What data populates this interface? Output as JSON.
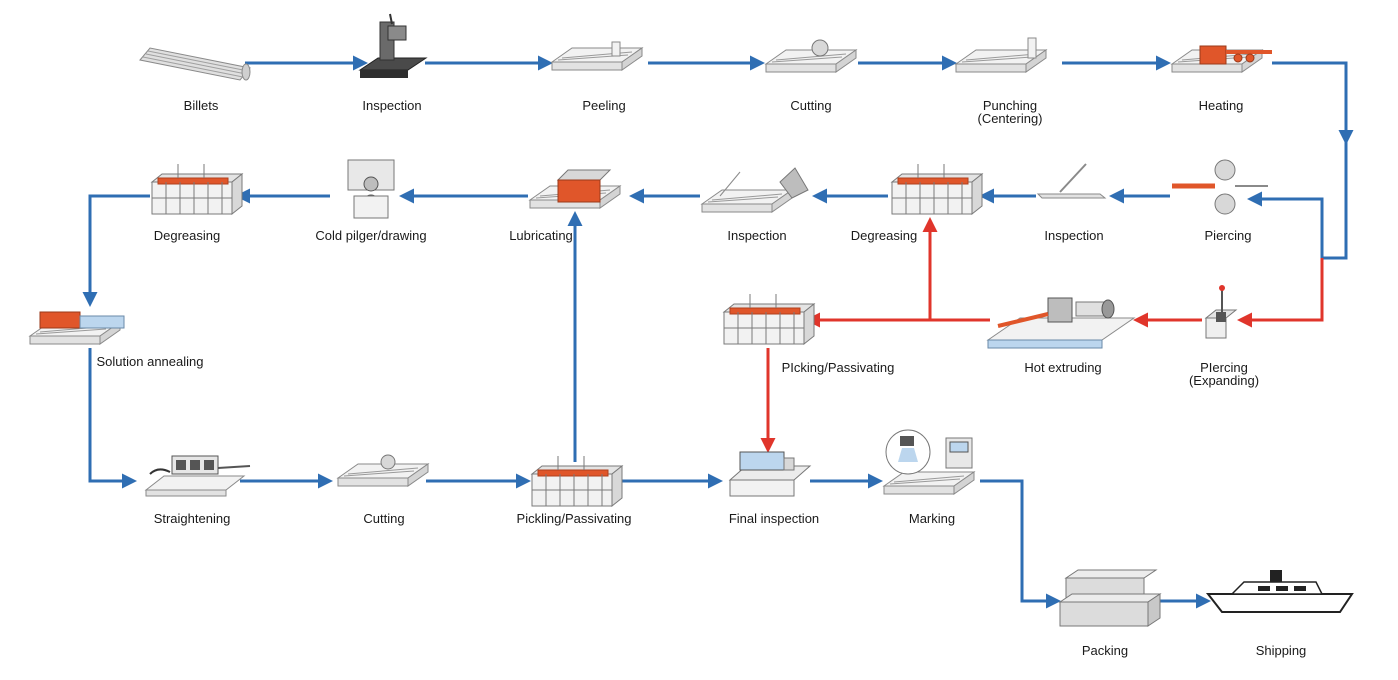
{
  "colors": {
    "cold_route": "#2f6eb3",
    "hot_route": "#e0352b",
    "machine_fill": "#f2f2f2",
    "machine_line": "#8a8a8a",
    "heat": "#e0562a"
  },
  "steps": {
    "billets": "Billets",
    "inspection_1": "Inspection",
    "peeling": "Peeling",
    "cutting_1": "Cutting",
    "punching": "Punching",
    "punching_sub": "(Centering)",
    "heating": "Heating",
    "piercing": "Piercing",
    "inspection_2": "Inspection",
    "degreasing_1": "Degreasing",
    "inspection_3": "Inspection",
    "lubricating": "Lubricating",
    "cold_pilger": "Cold pilger/drawing",
    "degreasing_2": "Degreasing",
    "solution_annealing": "Solution annealing",
    "piercing_exp": "PIercing",
    "piercing_exp_sub": "(Expanding)",
    "hot_extruding": "Hot extruding",
    "picking_passivating": "PIcking/Passivating",
    "straightening": "Straightening",
    "cutting_2": "Cutting",
    "pickling_passivating": "Pickling/Passivating",
    "final_inspection": "Final inspection",
    "marking": "Marking",
    "packing": "Packing",
    "shipping": "Shipping"
  }
}
